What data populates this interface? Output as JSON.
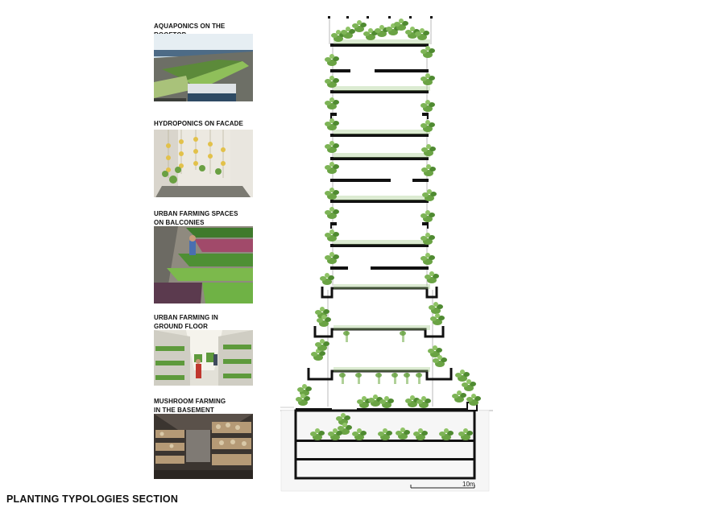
{
  "typologies": [
    {
      "label": "AQUAPONICS ON THE  ROOFTOP"
    },
    {
      "label": "HYDROPONICS ON FACADE"
    },
    {
      "label": "URBAN FARMING SPACES ON BALCONIES"
    },
    {
      "label": "URBAN FARMING IN GROUND FLOOR"
    },
    {
      "label": "MUSHROOM FARMING IN THE BASEMENT"
    }
  ],
  "title": "PLANTING TYPOLOGIES SECTION",
  "scale_label": "10m",
  "colors": {
    "plant": "#5f9e3f",
    "plant_light": "#9cc67e",
    "structure": "#111111"
  }
}
